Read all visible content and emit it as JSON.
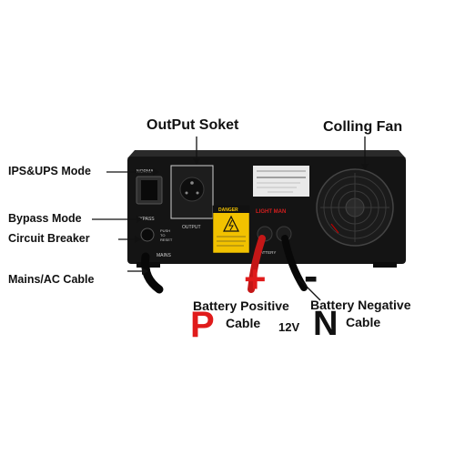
{
  "labels": {
    "output_socket": "OutPut Soket",
    "cooling_fan": "Colling Fan",
    "ips_ups_mode": "IPS&UPS Mode",
    "bypass_mode": "Bypass Mode",
    "circuit_breaker": "Circuit Breaker",
    "mains_ac_cable": "Mains/AC Cable",
    "battery_positive_line1": "Battery Positive",
    "battery_positive_line2": "Cable",
    "battery_negative_line1": "Battery Negative",
    "battery_negative_line2": "Cable",
    "voltage": "12V",
    "p_letter": "P",
    "n_letter": "N",
    "plus_sign": "+",
    "minus_sign": "-"
  },
  "panel_text": {
    "normal": "NORMAL",
    "bypass": "BYPASS",
    "push_to_reset_1": "PUSH",
    "push_to_reset_2": "TO",
    "push_to_reset_3": "RESET",
    "mains": "MAINS",
    "output": "OUTPUT",
    "danger": "DANGER",
    "brand": "LIGHT MAN",
    "battery": "BATTERY"
  },
  "colors": {
    "positive": "#e01b1b",
    "negative": "#111111",
    "panel": "#141414",
    "label": "#111111"
  }
}
